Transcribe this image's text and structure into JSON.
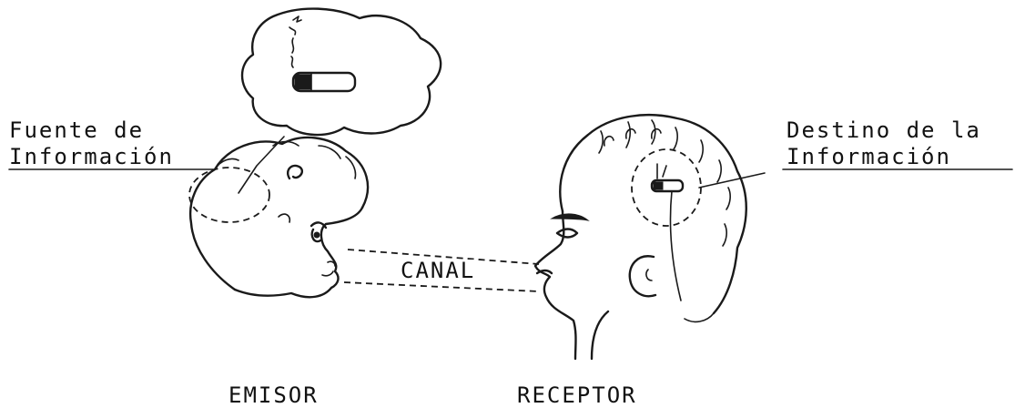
{
  "labels": {
    "source_line1": "Fuente de",
    "source_line2": "Información",
    "destination_line1": "Destino de la",
    "destination_line2": "Información",
    "channel": "CANAL",
    "sender": "EMISOR",
    "receiver": "RECEPTOR"
  },
  "colors": {
    "ink": "#1a1a1a",
    "background": "#ffffff"
  }
}
